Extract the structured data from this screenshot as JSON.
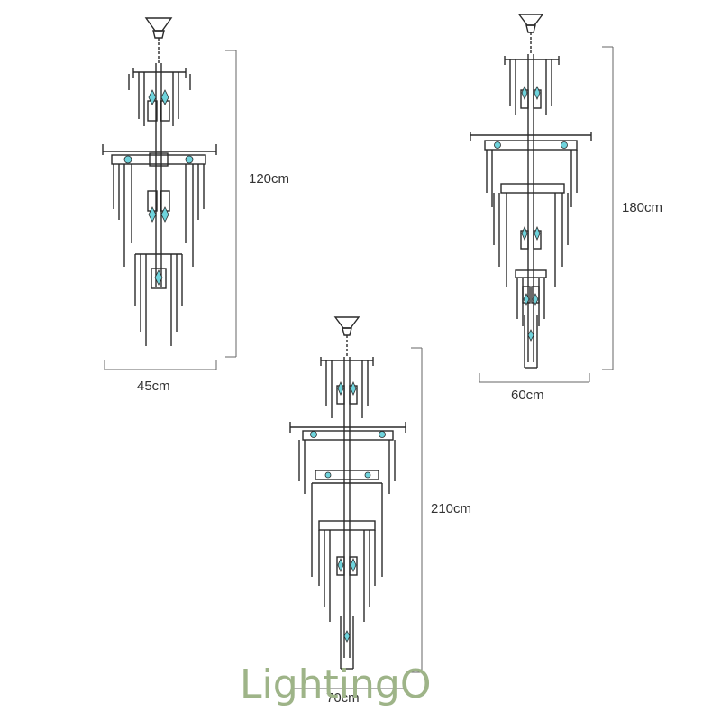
{
  "chandeliers": [
    {
      "id": "small",
      "height_label": "120cm",
      "width_label": "45cm"
    },
    {
      "id": "medium",
      "height_label": "180cm",
      "width_label": "60cm"
    },
    {
      "id": "large",
      "height_label": "210cm",
      "width_label": "70cm"
    }
  ],
  "logo": {
    "text_main": "Lightin",
    "text_end": "gO",
    "text_g": "g",
    "text_o": "O"
  },
  "colors": {
    "line": "#2a2a2a",
    "dimension": "#666666",
    "bulb": "#6fd3dc",
    "logo": "#9eb488"
  }
}
